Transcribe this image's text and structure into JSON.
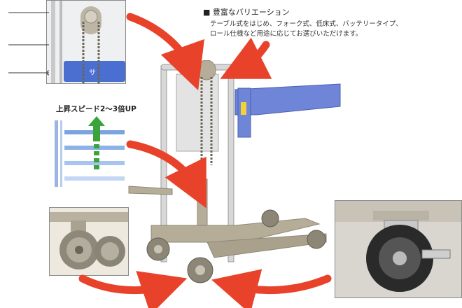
{
  "heading": "■ 豊富なバリエーション",
  "description_lines": [
    "テーブル式をはじめ、フォーク式、低床式、バッテリータイプ、",
    "ロール仕様など用途に応じてお選びいただけます。"
  ],
  "speed_label": "上昇スピード2～3倍UP",
  "colors": {
    "arrow_red": "#e8422a",
    "table_blue": "#6f86d8",
    "frame_gray": "#b5ad98",
    "chrome": "#d8d8d8",
    "speed_arrow_green": "#3aa43a"
  },
  "icons": [
    "red-curved-arrow",
    "lift-cart-illustration",
    "caster-wheel-photo",
    "up-arrow-icon"
  ]
}
